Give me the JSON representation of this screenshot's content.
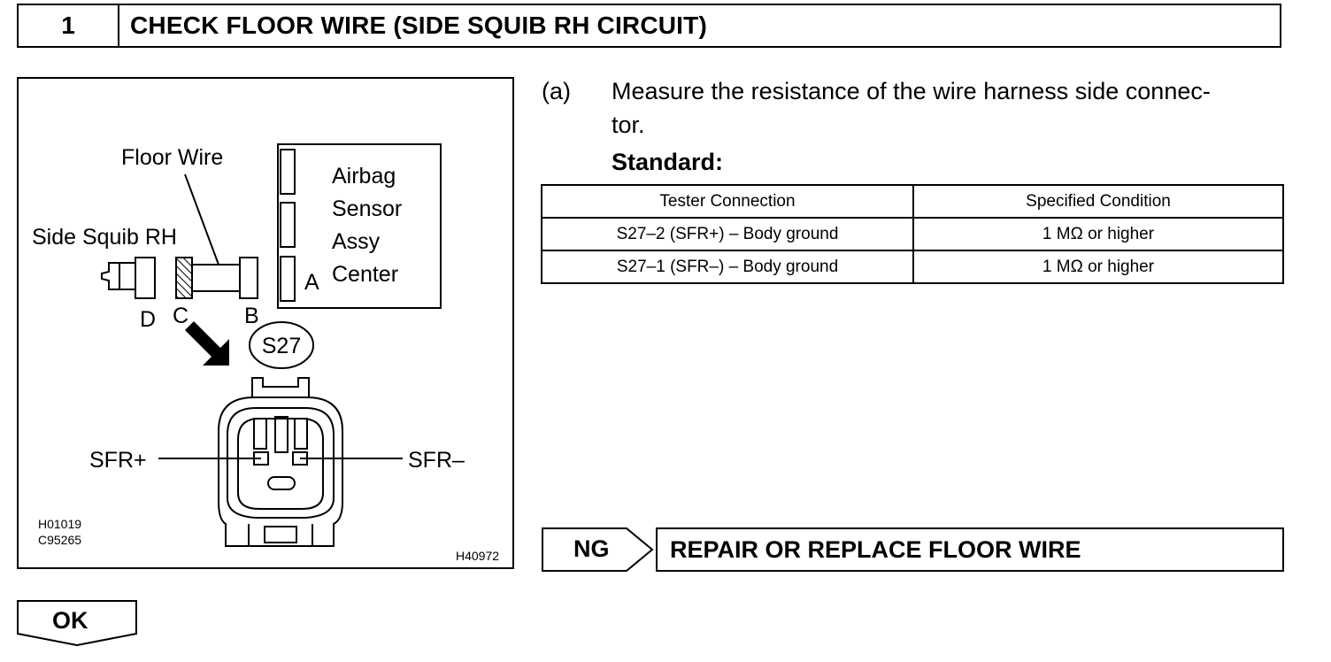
{
  "header": {
    "step_number": "1",
    "title": "CHECK FLOOR WIRE (SIDE SQUIB RH CIRCUIT)"
  },
  "figure": {
    "labels": {
      "floor_wire": "Floor Wire",
      "side_squib": "Side Squib RH",
      "airbag_line1": "Airbag",
      "airbag_line2": "Sensor",
      "airbag_line3": "Assy",
      "airbag_line4": "Center",
      "conn_a": "A",
      "conn_b": "B",
      "conn_c": "C",
      "conn_d": "D",
      "connector_id": "S27",
      "sfr_plus": "SFR+",
      "sfr_minus": "SFR–",
      "code1": "H01019",
      "code2": "C95265",
      "code3": "H40972"
    }
  },
  "instruction": {
    "marker": "(a)",
    "text_line1": "Measure the resistance of the wire harness side connec-",
    "text_line2": "tor.",
    "standard_label": "Standard:"
  },
  "table": {
    "headers": [
      "Tester Connection",
      "Specified Condition"
    ],
    "rows": [
      [
        "S27–2 (SFR+) – Body ground",
        "1 MΩ or higher"
      ],
      [
        "S27–1 (SFR–) – Body ground",
        "1 MΩ or higher"
      ]
    ]
  },
  "result_ng": {
    "label": "NG",
    "action": "REPAIR OR REPLACE FLOOR WIRE"
  },
  "result_ok": {
    "label": "OK"
  }
}
